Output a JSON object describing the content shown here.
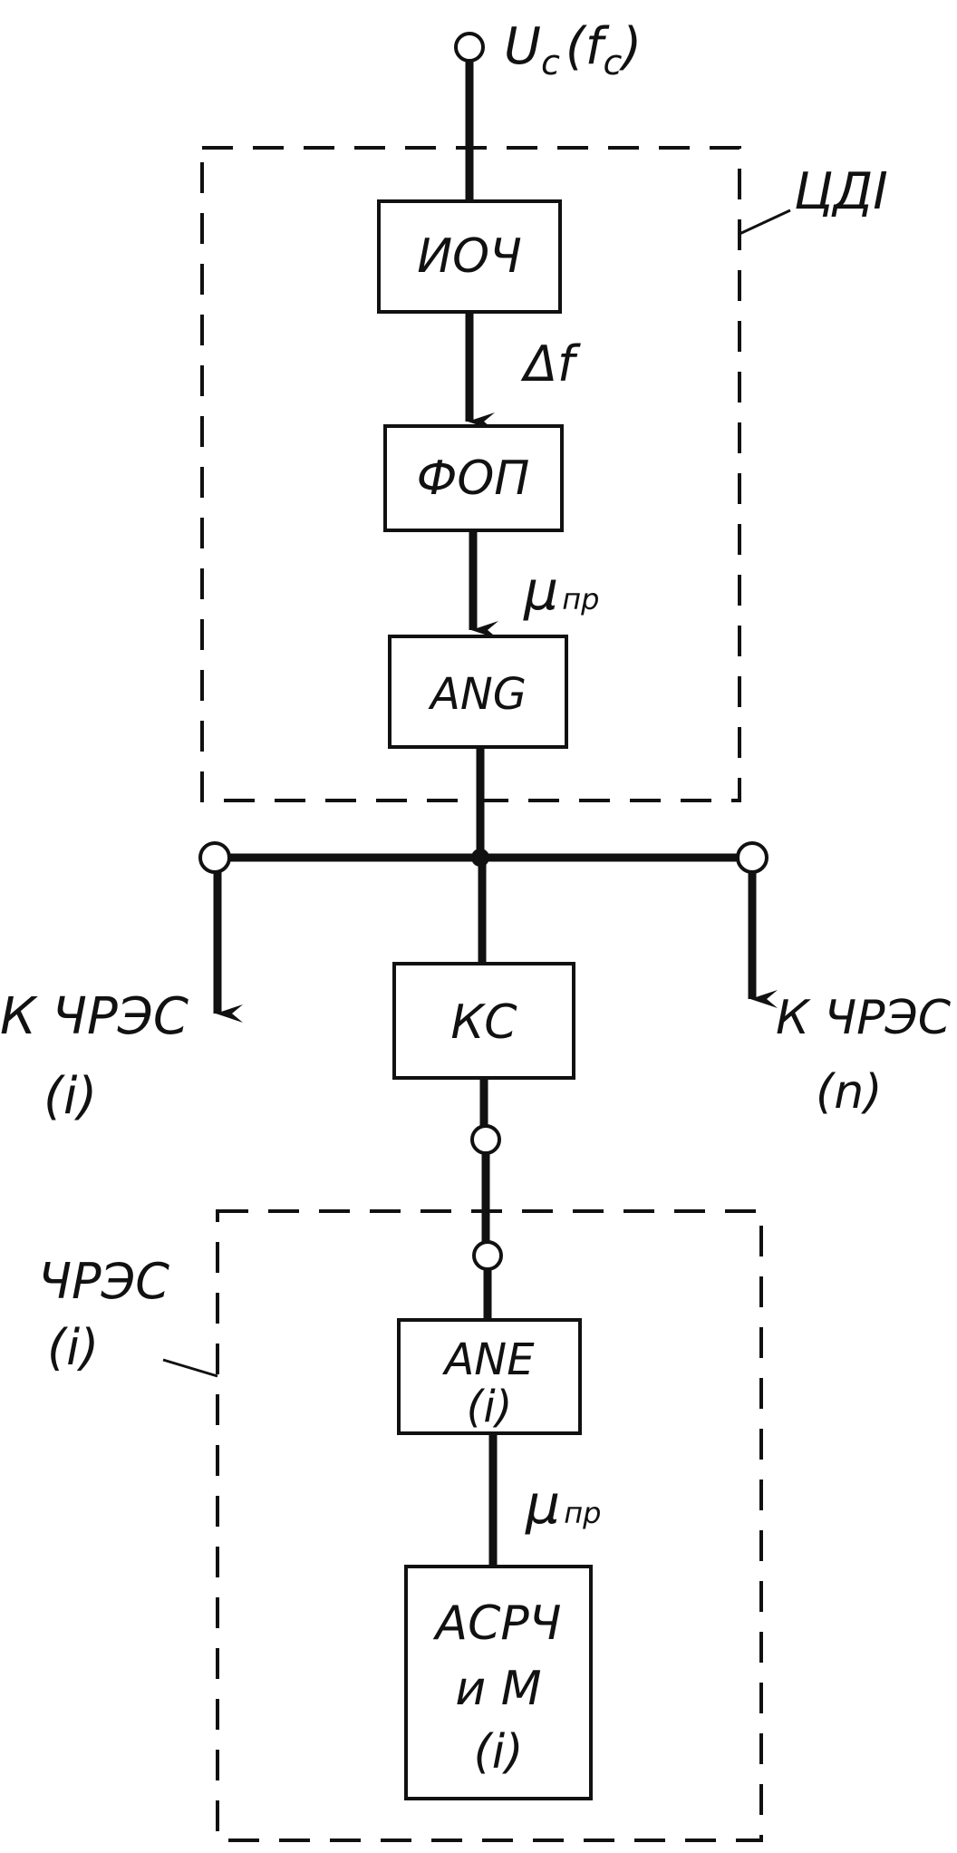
{
  "input": {
    "label_main": "U",
    "label_sub": "c",
    "label_paren": "(f",
    "label_paren_sub": "c",
    "label_close": ")"
  },
  "groups": {
    "top": {
      "label": "ЦДI"
    },
    "bottom": {
      "label_line1": "ЧРЭС",
      "label_line2": "(i)"
    }
  },
  "blocks": {
    "ioch": "ИОЧ",
    "fop": "ФОП",
    "ang": "ANG",
    "ks": "КС",
    "ane_line1": "ANE",
    "ane_line2": "(i)",
    "asrch_line1": "АСРЧ",
    "asrch_line2": "и М",
    "asrch_line3": "(i)"
  },
  "signals": {
    "delta_f": "Δf",
    "mu_main": "μ",
    "mu_sub": "пр"
  },
  "outputs": {
    "left_line1": "К ЧРЭС",
    "left_line2": "(i)",
    "right_line1": "К ЧРЭС",
    "right_line2": "(n)"
  },
  "colors": {
    "ink": "#111111",
    "paper": "#ffffff"
  }
}
